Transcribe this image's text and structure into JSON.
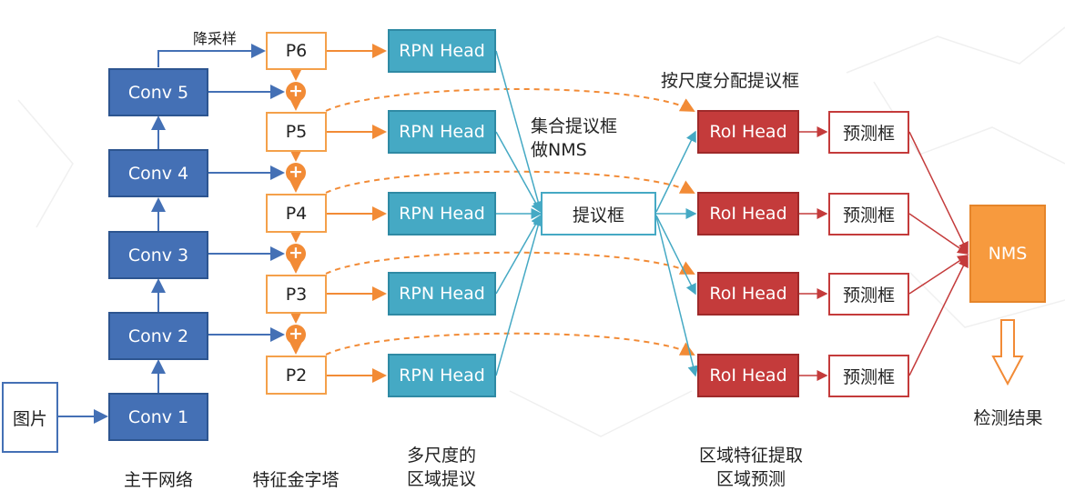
{
  "input": {
    "label": "图片"
  },
  "backbone": {
    "layers": [
      "Conv 1",
      "Conv 2",
      "Conv 3",
      "Conv 4",
      "Conv 5"
    ],
    "title": "主干网络"
  },
  "pyramid": {
    "levels": [
      "P2",
      "P3",
      "P4",
      "P5",
      "P6"
    ],
    "downsample_label": "降采样",
    "title": "特征金字塔"
  },
  "rpn": {
    "head_label": "RPN Head",
    "title_line1": "多尺度的",
    "title_line2": "区域提议"
  },
  "proposals": {
    "label": "提议框",
    "nms_note_line1": "集合提议框",
    "nms_note_line2": "做NMS",
    "assign_note": "按尺度分配提议框"
  },
  "roi": {
    "head_label": "RoI Head",
    "pred_label": "预测框",
    "title_line1": "区域特征提取",
    "title_line2": "区域预测"
  },
  "nms": {
    "label": "NMS"
  },
  "result": {
    "label": "检测结果"
  },
  "colors": {
    "conv": "#4470b5",
    "pyramid": "#f4a04a",
    "rpn": "#45a9c4",
    "roi": "#c43b3b",
    "nms": "#f79a3e"
  }
}
